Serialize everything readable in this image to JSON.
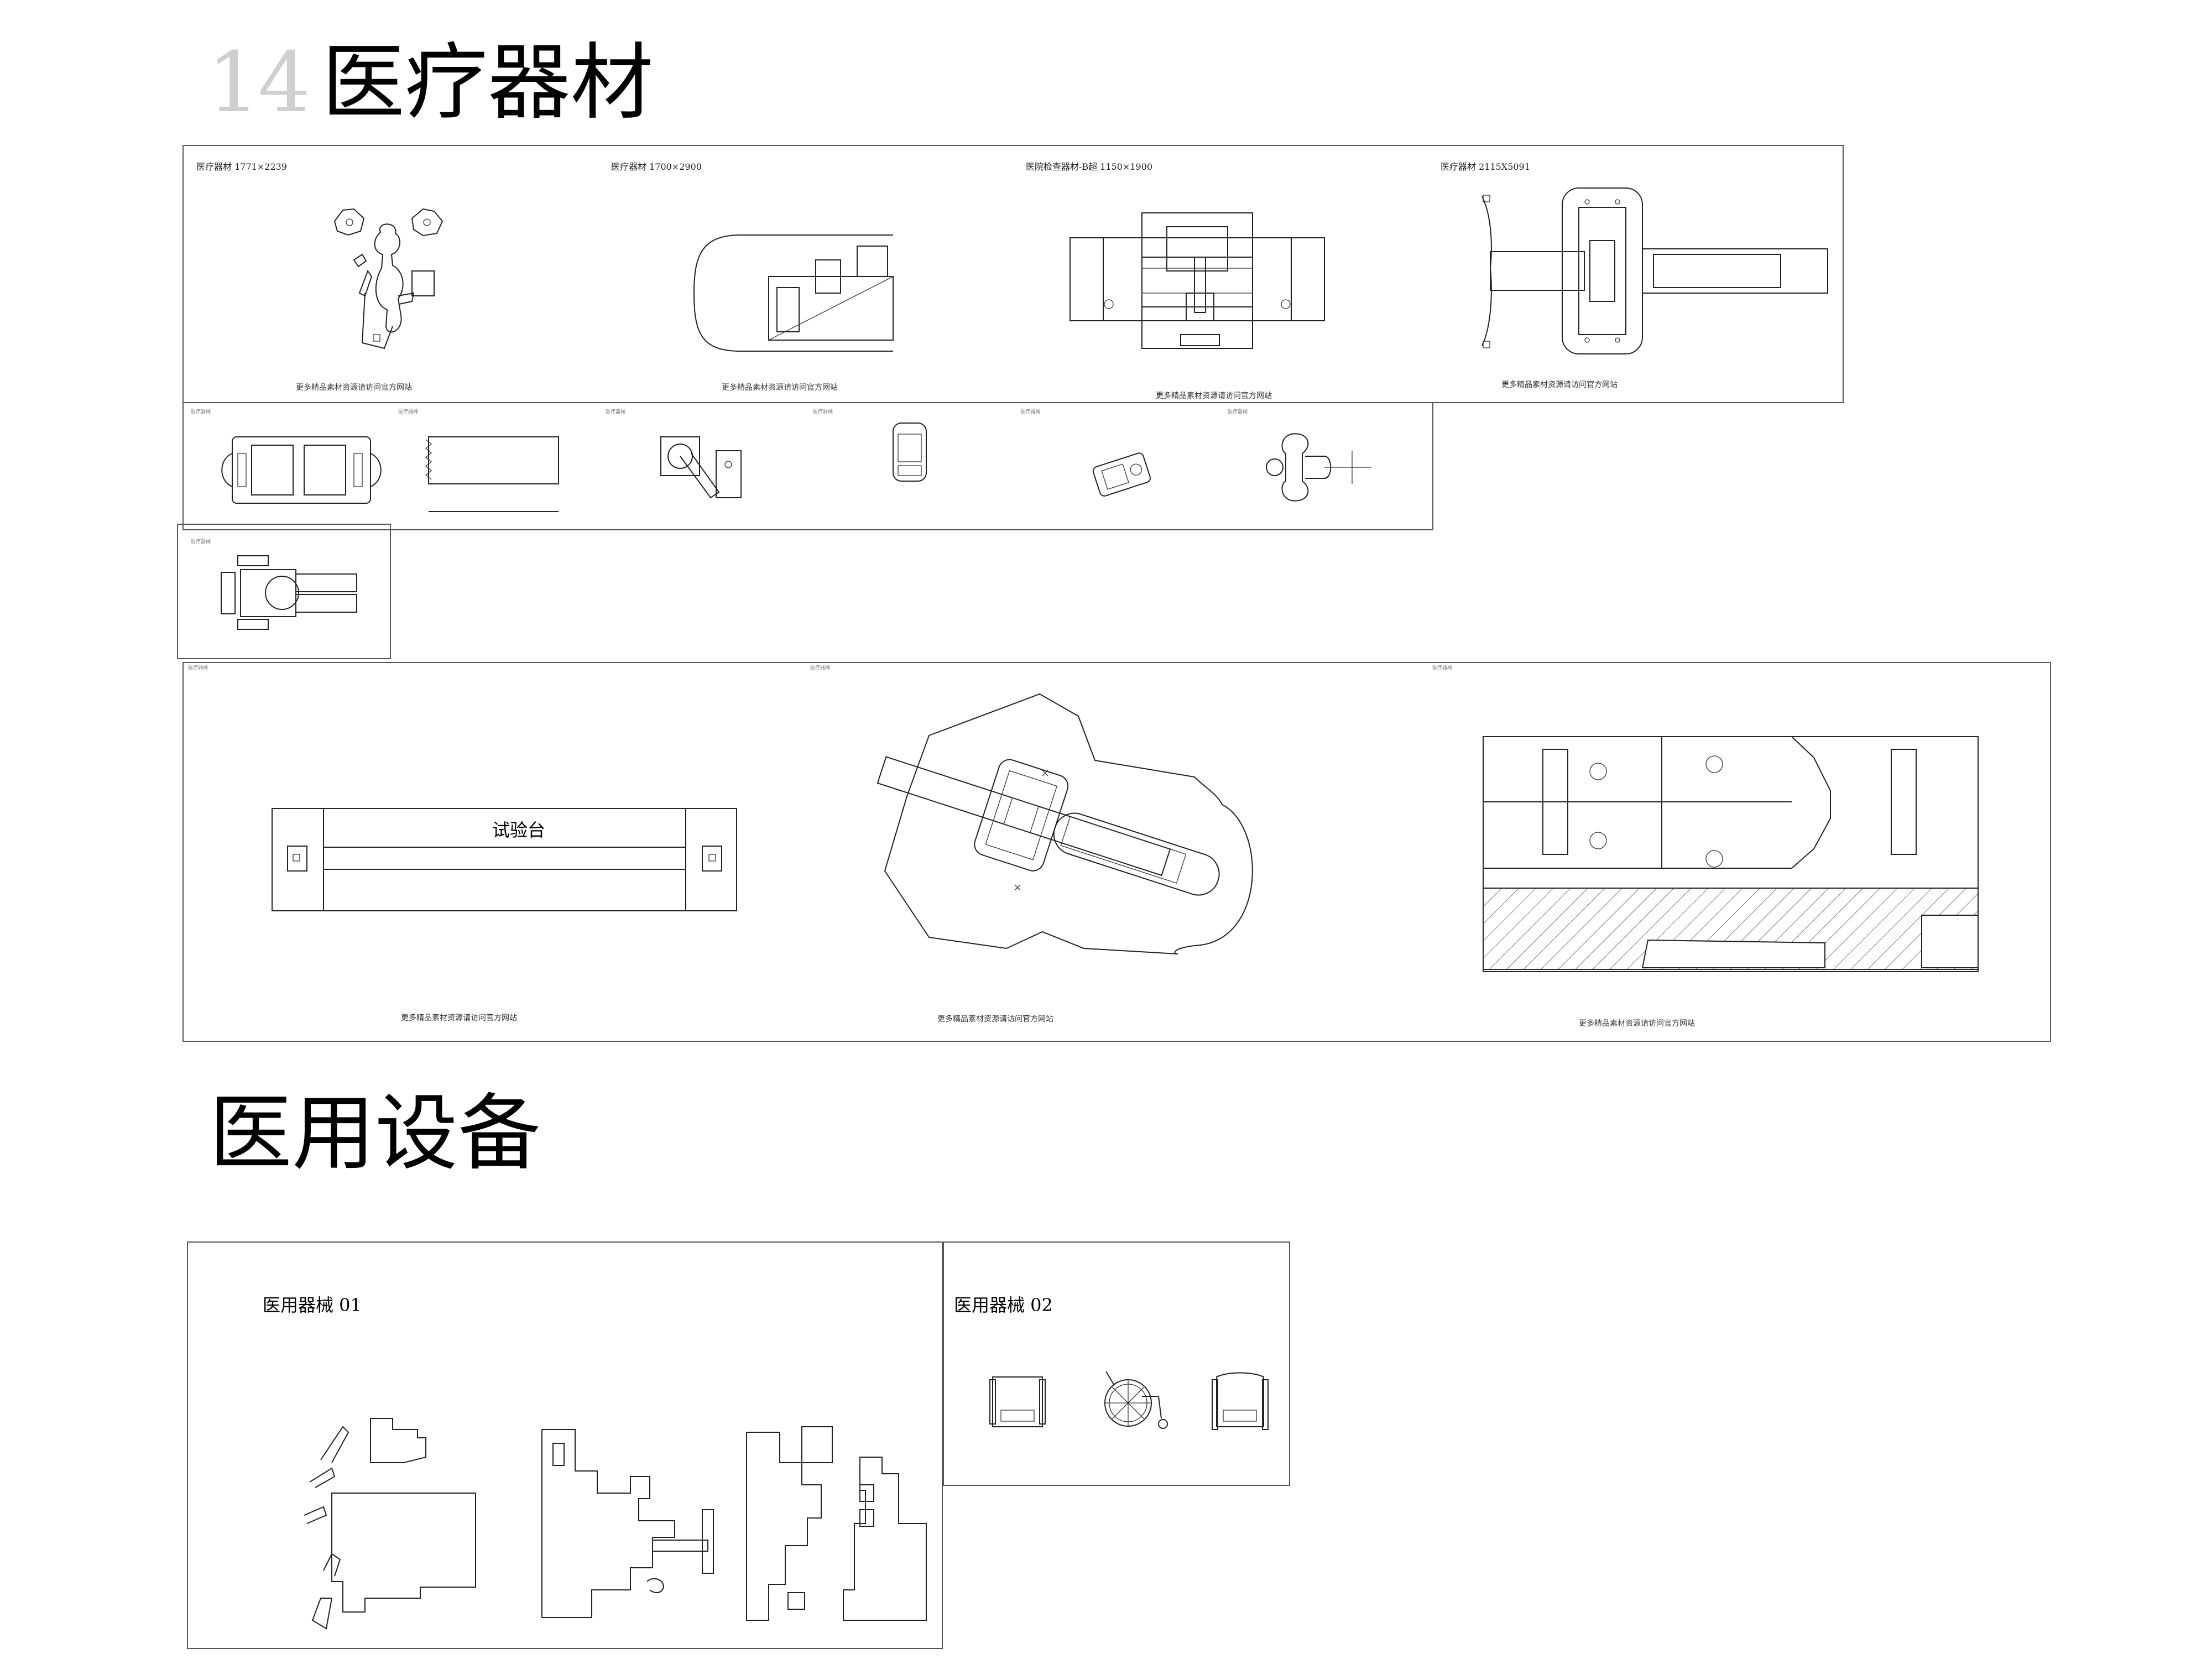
{
  "header": {
    "section_number": "14",
    "section_title": "医疗器材"
  },
  "section2": {
    "title": "医用设备"
  },
  "sheet1": {
    "items": [
      {
        "label": "医疗器材   1771×2239",
        "note": "更多精品素材资源请访问官方网站"
      },
      {
        "label": "医疗器材   1700×2900",
        "note": "更多精品素材资源请访问官方网站"
      },
      {
        "label": "医院检查器材-B超   1150×1900",
        "note": "更多精品素材资源请访问官方网站"
      },
      {
        "label": "医疗器材   2115X5091",
        "note": "更多精品素材资源请访问官方网站"
      }
    ]
  },
  "sheet2": {
    "captions": [
      "医疗器械",
      "医疗器械",
      "医疗器械",
      "医疗器械",
      "医疗器械",
      "医疗器械"
    ]
  },
  "sheet3": {
    "caption": "医疗器械"
  },
  "sheet4": {
    "captions": [
      "医疗器械",
      "医疗器械",
      "医疗器械"
    ],
    "test_bench_label": "试验台",
    "notes": [
      "更多精品素材资源请访问官方网站",
      "更多精品素材资源请访问官方网站",
      "更多精品素材资源请访问官方网站"
    ]
  },
  "panel1": {
    "title": "医用器械 01"
  },
  "panel2": {
    "title": "医用器械 02"
  },
  "colors": {
    "line": "#222222",
    "frame": "#555555",
    "number": "#cfcfcf"
  }
}
